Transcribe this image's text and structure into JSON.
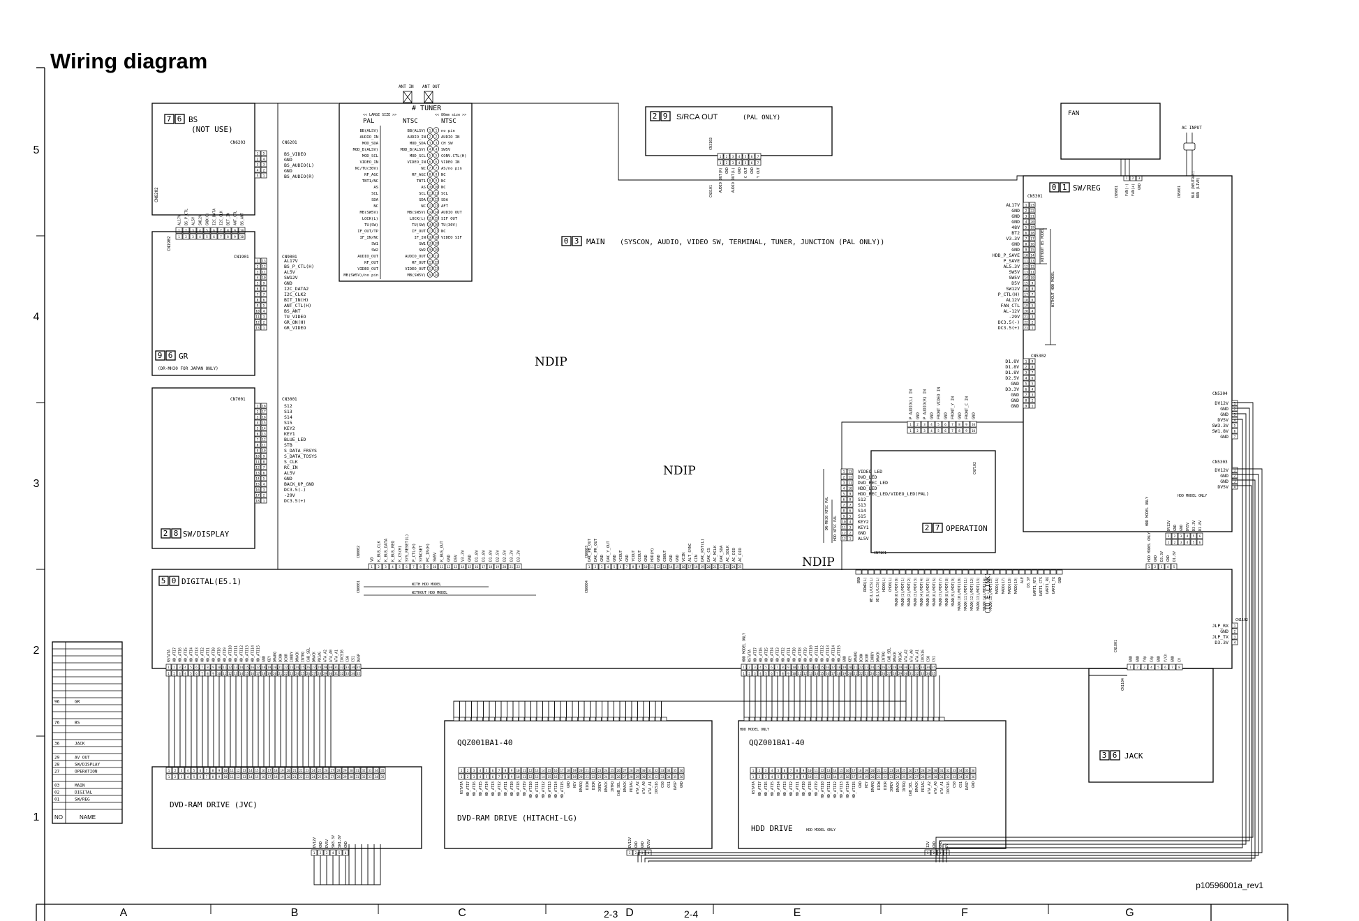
{
  "page": {
    "title": "Wiring diagram",
    "ref_code": "p10596001a_rev1",
    "page_left": "2-3",
    "page_right": "2-4"
  },
  "grid": {
    "columns": [
      "A",
      "B",
      "C",
      "D",
      "E",
      "F",
      "G"
    ],
    "rows": [
      "5",
      "4",
      "3",
      "2",
      "1"
    ]
  },
  "boards": {
    "bs": {
      "num": "76",
      "name": "BS",
      "sub": "(NOT USE)",
      "conn_a": "CN6203",
      "conn_b": "CN6201",
      "conn_c": "CN6202",
      "pins": [
        "BS_VIDEO",
        "GND",
        "BS_AUDIO(L)",
        "GND",
        "BS_AUDIO(R)"
      ]
    },
    "gr": {
      "num": "96",
      "name": "GR",
      "note": "(DR-MH30 FOR JAPAN ONLY)",
      "conn_a": "CN1901",
      "conn_b": "CN1902",
      "conn_c": "CN9001",
      "pins": [
        "AL17V",
        "BS_P_CTL(H)",
        "AL5V",
        "SW12V",
        "GND",
        "I2C_DATA2",
        "I2C_CLK2",
        "BIT_IN(H)",
        "ANT_CTL(H)",
        "BS_ANT",
        "TU_VIDEO",
        "GR_ON(H)",
        "GR_VIDEO"
      ]
    },
    "sw_display": {
      "num": "28",
      "name": "SW/DISPLAY",
      "conn_a": "CN7001",
      "conn_b": "CN3001",
      "pins": [
        "S12",
        "S13",
        "S14",
        "S15",
        "KEY2",
        "KEY1",
        "BLUE_LED",
        "STB",
        "S_DATA_FRSYS",
        "S_DATA_TOSYS",
        "S_CLK",
        "RC_IN",
        "AL5V",
        "GND",
        "BACK_UP_GND",
        "DC3.5(-)",
        "-29V",
        "DC3.5(+)"
      ]
    },
    "tuner": {
      "label": "TUNER",
      "ant_in": "ANT IN",
      "ant_out": "ANT OUT",
      "large": "<< LARGE SIZE >>",
      "small": "<< 80mm size >>",
      "col_pal": "PAL",
      "col_ntsc1": "NTSC",
      "col_ntsc2": "NTSC",
      "pal_pins": [
        "BB(ALSV)",
        "AUDIO_IN",
        "MOD_SDA",
        "MOD_B(ALSV)",
        "MOD_SCL",
        "VIDEO_IN",
        "NC/TU(30V)",
        "RF_AGC",
        "TBT1/NC",
        "AS",
        "SCL",
        "SDA",
        "NC",
        "MB(SW5V)",
        "LOCK(L)",
        "TU(SW)",
        "IF_OUT/TP",
        "IF_IN/NC",
        "SW1",
        "SW2",
        "AUDIO_OUT",
        "RF_OUT",
        "VIDEO_OUT",
        "MB(SW5V)/no pin"
      ],
      "ntsc_pins": [
        "no pin",
        "AUDIO IN",
        "CH SW",
        "SW5V",
        "CONV.CTL(H)",
        "VIDEO IN",
        "AS/no pin",
        "NC",
        "NC",
        "NC",
        "SCL",
        "SDA",
        "AFT",
        "AUDIO OUT",
        "SIF OUT",
        "TU(30V)",
        "NC",
        "VIDEO SIF",
        "",
        "",
        "",
        "",
        "",
        ""
      ]
    },
    "srca": {
      "num": "29",
      "name": "S/RCA OUT",
      "sub": "(PAL ONLY)",
      "conn_a": "CN3102",
      "conn_b": "CN3101",
      "pins": [
        "AUDIO OUT(R)",
        "GND",
        "AUDIO OUT(L)",
        "GND",
        "C OUT",
        "GND",
        "Y OUT"
      ]
    },
    "fan": {
      "name": "FAN",
      "conn": "CN9001",
      "pins": [
        "FAN(-)",
        "FAN(+)",
        "GND"
      ]
    },
    "ac": {
      "label": "AC INPUT",
      "conn": "CN5001",
      "pins": [
        "BLU (NEUTRAL)",
        "BRN (LIVE)"
      ]
    },
    "swreg": {
      "num": "01",
      "name": "SW/REG",
      "conn_a": "CN5301",
      "conn_b": "CN5302",
      "conn_c": "CN5304",
      "conn_d": "CN5303",
      "pins": [
        "AL17V",
        "GND",
        "GND",
        "GND",
        "48V",
        "BT2",
        "V3.3V",
        "GND",
        "GND",
        "HDD_P_SAVE",
        "P_SAVE",
        "AL5.3V",
        "SW5V",
        "SW5V",
        "D5V",
        "SW12V",
        "P_CTL(H)",
        "AL12V",
        "FAN_CTL",
        "AL-12V",
        "-29V",
        "DC3.5(-)",
        "DC3.5(+)"
      ],
      "pins2": [
        "D1.8V",
        "D1.8V",
        "D1.8V",
        "D2.5V",
        "GND",
        "D3.3V",
        "GND",
        "GND",
        "GND"
      ],
      "pins3": [
        "DV12V",
        "GND",
        "GND",
        "DV5V",
        "SW3.3V",
        "SW1.8V",
        "GND"
      ],
      "pins4": [
        "DV12V",
        "GND",
        "GND",
        "DV5V"
      ],
      "note_bs": "WITHOUT BS MODEL",
      "note_hdd": "WITHOUT HDD MODEL",
      "note_hdd_only": "HDD MODEL ONLY"
    },
    "main": {
      "num": "03",
      "name": "MAIN",
      "sub": "(SYSCON, AUDIO, VIDEO SW, TERMINAL, TUNER, JUNCTION (PAL ONLY))",
      "ndip": "NDIP"
    },
    "operation": {
      "num": "27",
      "name": "OPERATION",
      "conn_a": "CN7101",
      "conn_b": "CN7102",
      "pins": [
        "VIDEO_LED",
        "DVD_LED",
        "DVD_REC_LED",
        "HDD_LED",
        "HDD_REC_LED/VIDEO_LED(PAL)",
        "S12",
        "S13",
        "S14",
        "S15",
        "KEY2",
        "KEY1",
        "GND",
        "AL5V"
      ],
      "note1": "DR-MH30 NTSC PAL",
      "note2": "HDD NTSC PAL"
    },
    "digital": {
      "num": "50",
      "name": "DIGITAL(E5.1)",
      "conn_a": "CN0002",
      "conn_b": "CN0001",
      "conn_c": "CN0003",
      "conn_d": "CN0004",
      "with_hdd": "WITH HDD MODEL",
      "without_hdd": "WITHOUT HDD MODEL",
      "to_e_link": "(TO E-LINK)",
      "pins_a": [
        "VD",
        "K_BUS_CLK",
        "K_BUS_DATA",
        "K_BUS_REQ",
        "K_CS(H)",
        "SYS_RESET(L)",
        "P_CTL(H)",
        "SYNCSET",
        "PC_IN(H)",
        "SW5V",
        "K_BUS_OUT",
        "GND",
        "D5V",
        "V3.3V",
        "GND",
        "D1.8V",
        "D1.8V",
        "D1.8V",
        "D2.5V",
        "D2.5V",
        "D3.3V",
        "D3.3V"
      ],
      "pins_b": [
        "DAC_PB_OUT",
        "DAC_PR_OUT",
        "GND",
        "DAC_Y_OUT",
        "GND",
        "YCOUT",
        "GND",
        "YCOUT",
        "CCOUT",
        "GND",
        "HDD(H)",
        "GND",
        "CBOUT",
        "GND",
        "GND",
        "VCIN",
        "ALT_SYNC",
        "CIN",
        "DAC_RST(L)",
        "DAC_CS",
        "AC_MCLK",
        "DAC_SDA",
        "AC_SDLK",
        "AC_DIO",
        "AC_DIO"
      ]
    },
    "ata": {
      "pins": [
        "RSTATA",
        "HD_ATI7",
        "HD_ATI6",
        "HD_ATI5",
        "HD_ATI4",
        "HD_ATI3",
        "HD_ATI2",
        "HD_ATI1",
        "HD_ATI0",
        "HD_ATI8",
        "HD_ATI9",
        "HD_ATI10",
        "HD_ATI11",
        "HD_ATI12",
        "HD_ATI13",
        "HD_ATI14",
        "HD_ATI15",
        "GND",
        "KEY",
        "DMARQ",
        "DIOW",
        "DIOR",
        "IORDY",
        "DMACK",
        "INTRQ",
        "CAB_SEL",
        "DMACK",
        "PDIAG",
        "ATA_A2",
        "ATA_A0",
        "ATA_A1",
        "IOCS16",
        "CS0",
        "CS1",
        "DASP",
        "GND"
      ]
    },
    "drives": {
      "dvd_jvc": "DVD-RAM DRIVE (JVC)",
      "cable": "QQZ001BA1-40",
      "dvd_hitachi": "DVD-RAM DRIVE (HITACHI-LG)",
      "hdd": "HDD DRIVE",
      "hdd_only": "HDD MODEL ONLY",
      "pwr": [
        "DV12V",
        "GND",
        "GND",
        "DV5V"
      ],
      "pwr_jvc": [
        "DV12V",
        "GND",
        "DV5V",
        "SW3.3V",
        "SW1.8V",
        "GND"
      ],
      "pwr_hdd": [
        "12V",
        "GND",
        "GND",
        "5V"
      ]
    },
    "jack": {
      "num": "36",
      "name": "JACK",
      "conn_a": "CN1801",
      "conn_b": "CN1102",
      "conn_c": "CN1104",
      "pins": [
        "JLP_RX",
        "GND",
        "JLP_TX",
        "D3.3V"
      ],
      "pins_hdd": [
        "HDD MODEL ONLY",
        "GND",
        "D3.3V",
        "GND",
        "D1.8V"
      ]
    }
  },
  "legend": {
    "head_no": "NO",
    "head_name": "NAME",
    "rows": [
      {
        "no": "96",
        "name": "GR"
      },
      {
        "no": "76",
        "name": "BS"
      },
      {
        "no": "36",
        "name": "JACK"
      },
      {
        "no": "29",
        "name": "AV OUT"
      },
      {
        "no": "28",
        "name": "SW/DISPLAY"
      },
      {
        "no": "27",
        "name": "OPERATION"
      },
      {
        "no": "03",
        "name": "MAIN"
      },
      {
        "no": "02",
        "name": "DIGITAL"
      },
      {
        "no": "01",
        "name": "SW/REG"
      }
    ]
  }
}
